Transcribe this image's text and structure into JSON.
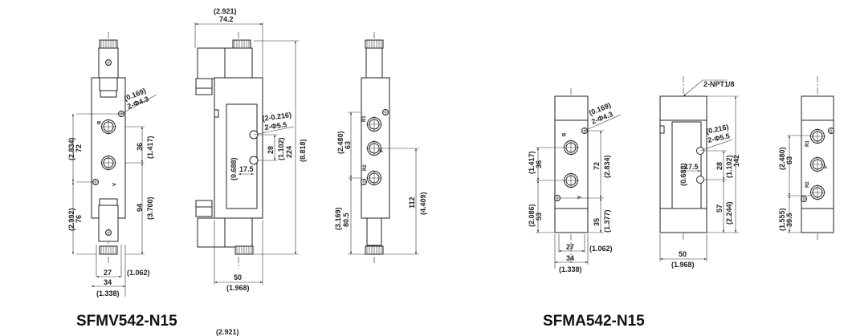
{
  "models": {
    "left": "SFMV542-N15",
    "right": "SFMA542-N15"
  },
  "sfmv": {
    "front": {
      "hole_in": "(0.169)",
      "hole": "2-Φ4.3",
      "h72": "72",
      "h72_in": "(2.834)",
      "h36": "36",
      "h36_in": "(1.417)",
      "h76": "76",
      "h76_in": "(2.992)",
      "h94": "94",
      "h94_in": "(3.700)",
      "w27": "27",
      "w27_in": "(1.062)",
      "w34": "34",
      "w34_in": "(1.338)",
      "port_b": "B",
      "port_a": "A"
    },
    "side": {
      "w742_in": "(2.921)",
      "w742": "74.2",
      "hole_in": "(2-0.216)",
      "hole": "2-Φ5.5",
      "h28": "28",
      "h28_in": "(1.102)",
      "h224": "224",
      "h224_in": "(8.818)",
      "h_in": "(0.688)",
      "w175": "17.5",
      "w50": "50",
      "w50_in": "(1.968)"
    },
    "back": {
      "h63_in": "(2.480)",
      "h63": "63",
      "h805_in": "(3.169)",
      "h805": "80.5",
      "h112": "112",
      "h112_in": "(4.409)",
      "port_r1": "R1",
      "port_p": "P",
      "port_r2": "R2"
    },
    "cut_off_label": "(2.921)"
  },
  "sfma": {
    "front": {
      "hole_in": "(0.169)",
      "hole": "2-Φ4.3",
      "h36_in": "(1.417)",
      "h36": "36",
      "h53_in": "(2.086)",
      "h53": "53",
      "h72": "72",
      "h72_in": "(2.834)",
      "h35": "35",
      "h35_in": "(1.377)",
      "w27": "27",
      "w27_in": "(1.062)",
      "w34": "34",
      "w34_in": "(1.338)",
      "port_b": "B",
      "port_a": "A"
    },
    "side": {
      "npt": "2-NPT1/8",
      "hole_in": "(0.216)",
      "hole": "2-Φ5.5",
      "h_in": "(0.688)",
      "w175": "17.5",
      "h28": "28",
      "h28_in": "(1.102)",
      "h142": "142",
      "h57": "57",
      "h57_in": "(2.244)",
      "w50": "50",
      "w50_in": "(1.968)"
    },
    "back": {
      "h63_in": "(2.480)",
      "h63": "63",
      "h395_in": "(1.555)",
      "h395": "39.5",
      "port_r1": "R1",
      "port_p": "P",
      "port_r2": "R2"
    }
  }
}
